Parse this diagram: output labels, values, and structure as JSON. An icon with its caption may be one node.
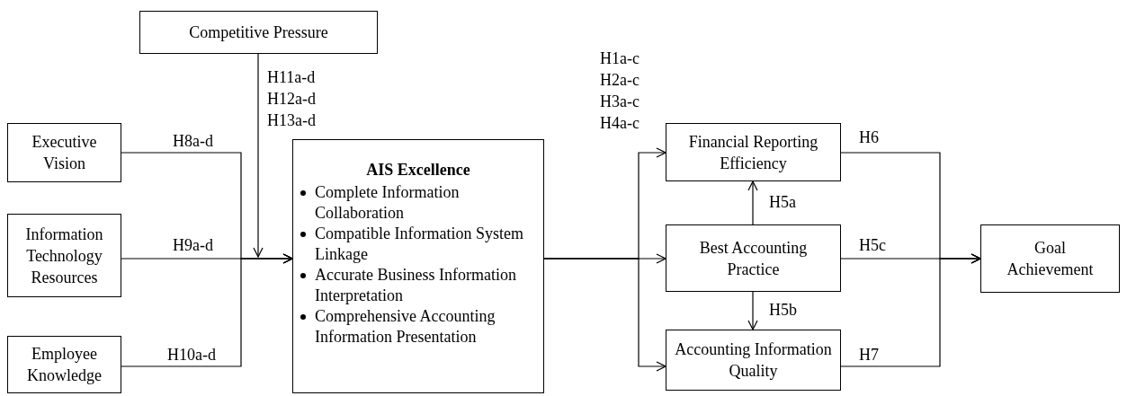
{
  "diagram": {
    "nodes": [
      {
        "text": [
          "Competitive Pressure"
        ]
      },
      {
        "text": [
          "Executive Vision"
        ]
      },
      {
        "text": [
          "Information Technology Resources"
        ]
      },
      {
        "text": [
          "Employee Knowledge"
        ]
      },
      {
        "text": [
          "AIS Excellence",
          "Complete Information Collaboration",
          "Compatible Information System Linkage",
          "Accurate Business Information Interpretation",
          "Comprehensive Accounting Information Presentation"
        ]
      },
      {
        "text": [
          "Financial Reporting Efficiency"
        ]
      },
      {
        "text": [
          "Best Accounting Practice"
        ]
      },
      {
        "text": [
          "Accounting Information Quality"
        ]
      },
      {
        "text": [
          "Goal Achievement"
        ]
      }
    ],
    "edges": [
      {
        "from": 1,
        "to": 4,
        "arrow": "to",
        "label": "H8a-d"
      },
      {
        "from": 2,
        "to": 4,
        "arrow": "to",
        "label": "H9a-d"
      },
      {
        "from": 3,
        "to": 4,
        "arrow": "to",
        "label": "H10a-d"
      },
      {
        "from": 0,
        "to": null,
        "arrow": "to"
      },
      {
        "from": 4,
        "to": 5,
        "arrow": "to"
      },
      {
        "from": 4,
        "to": 6,
        "arrow": "to"
      },
      {
        "from": 4,
        "to": 7,
        "arrow": "to"
      },
      {
        "from": 6,
        "to": 5,
        "arrow": "to",
        "label": "H5a"
      },
      {
        "from": 6,
        "to": 7,
        "arrow": "to",
        "label": "H5b"
      },
      {
        "from": 5,
        "to": 8,
        "arrow": "to",
        "label": "H6"
      },
      {
        "from": 6,
        "to": 8,
        "arrow": "to",
        "label": "H5c"
      },
      {
        "from": 7,
        "to": 8,
        "arrow": "to",
        "label": "H7"
      }
    ],
    "labels": [
      "H11a-d",
      "H12a-d",
      "H13a-d",
      "H1a-c",
      "H2a-c",
      "H3a-c",
      "H4a-c"
    ]
  }
}
